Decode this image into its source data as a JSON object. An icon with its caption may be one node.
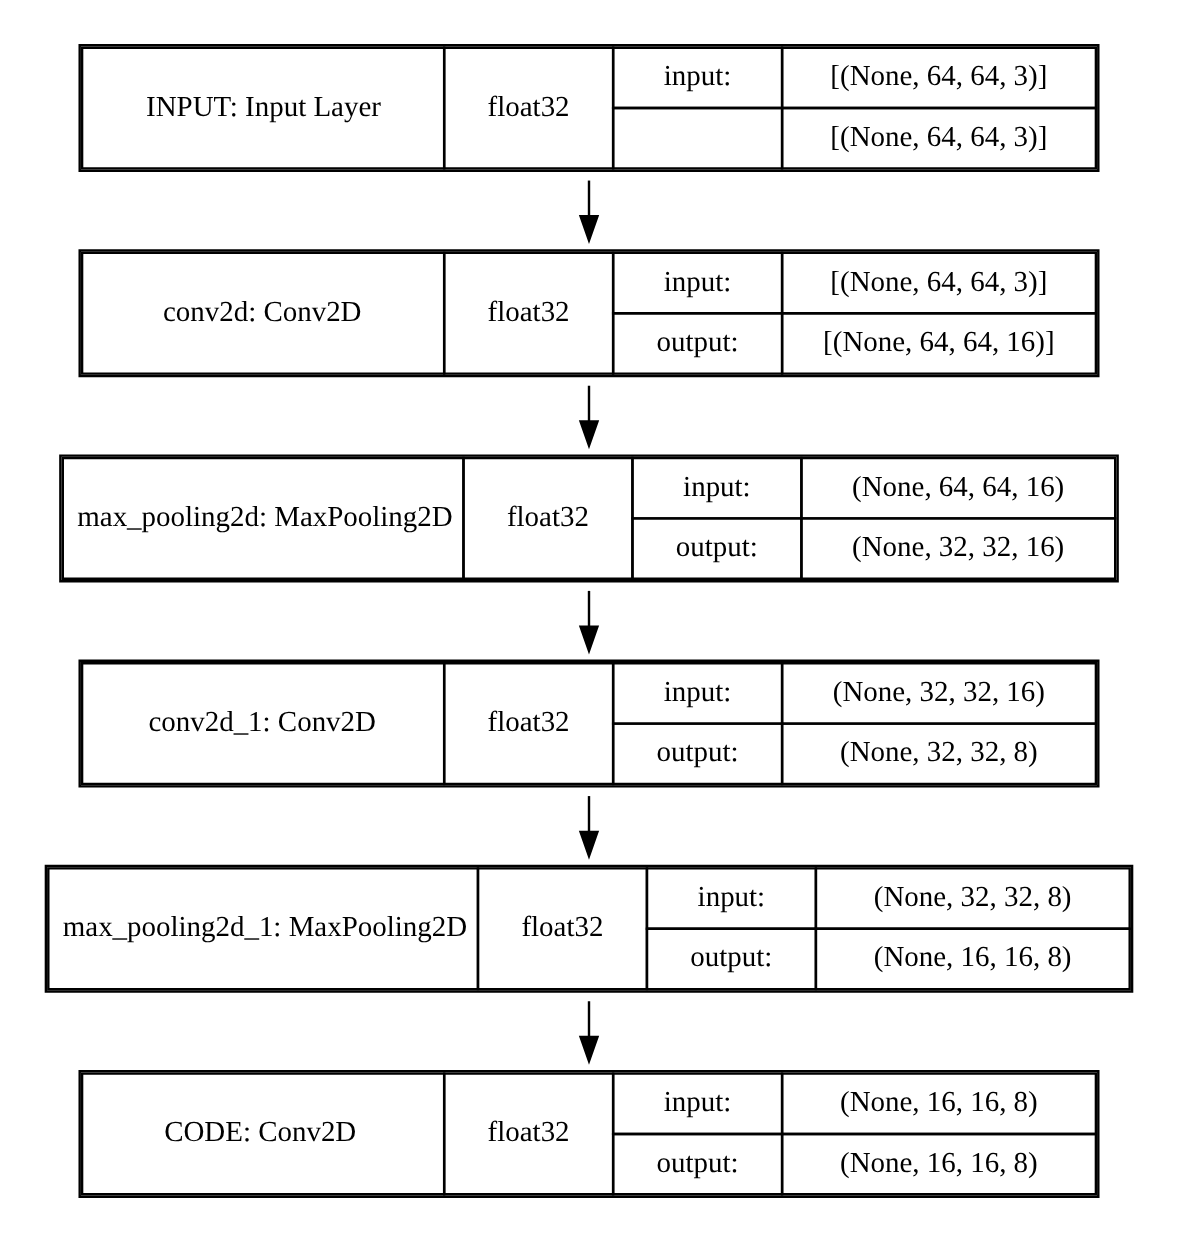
{
  "diagram": {
    "nodes": [
      {
        "text": [
          "INPUT: Input Layer",
          "float32",
          "input:",
          "[(None, 64, 64, 3)]",
          "[(None, 64, 64, 3)]"
        ]
      },
      {
        "text": [
          "conv2d: Conv2D",
          "float32",
          "input:",
          "[(None, 64, 64, 3)]",
          "output:",
          "[(None, 64, 64, 16)]"
        ]
      },
      {
        "text": [
          "max_pooling2d: MaxPooling2D",
          "float32",
          "input:",
          "(None, 64, 64, 16)",
          "output:",
          "(None, 32, 32, 16)"
        ]
      },
      {
        "text": [
          "conv2d_1: Conv2D",
          "float32",
          "input:",
          "(None, 32, 32, 16)",
          "output:",
          "(None, 32, 32, 8)"
        ]
      },
      {
        "text": [
          "max_pooling2d_1: MaxPooling2D",
          "float32",
          "input:",
          "(None, 32, 32, 8)",
          "output:",
          "(None, 16, 16, 8)"
        ]
      },
      {
        "text": [
          "CODE: Conv2D",
          "float32",
          "input:",
          "(None, 16, 16, 8)",
          "output:",
          "(None, 16, 16, 8)"
        ]
      }
    ],
    "edges": [
      {
        "from": 0,
        "to": 1,
        "arrow": "to"
      },
      {
        "from": 1,
        "to": 2,
        "arrow": "to"
      },
      {
        "from": 2,
        "to": 3,
        "arrow": "to"
      },
      {
        "from": 3,
        "to": 4,
        "arrow": "to"
      },
      {
        "from": 4,
        "to": 5,
        "arrow": "to"
      }
    ]
  }
}
